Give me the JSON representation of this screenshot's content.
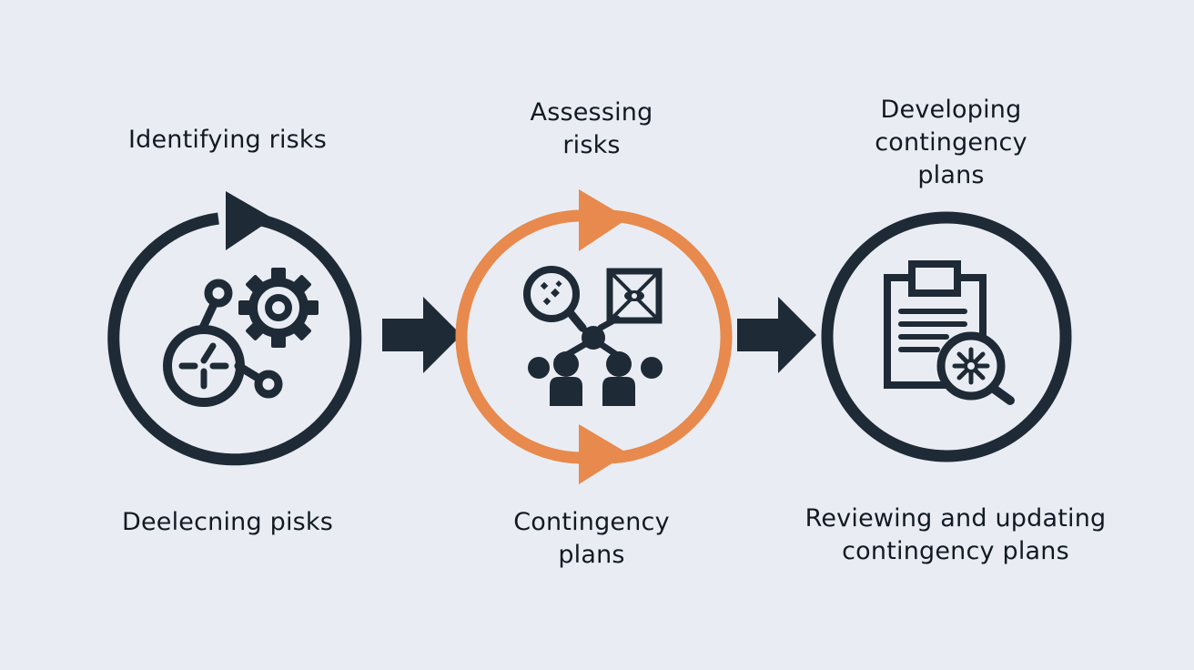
{
  "labels": {
    "top_left": "Identifying risks",
    "top_center": "Assessing\nrisks",
    "top_right": "Developing\ncontingency\nplans",
    "bottom_left": "Deelecning pisks",
    "bottom_center": "Contingency\nplans",
    "bottom_right": "Reviewing and updating\ncontingency plans"
  },
  "colors": {
    "dark": "#1f2a37",
    "accent": "#e8894d",
    "background": "#e9edf3"
  },
  "icons": {
    "step1": [
      "network-icon",
      "gear-icon",
      "compass-icon"
    ],
    "step2": [
      "magnifier-icon",
      "image-icon",
      "team-icon"
    ],
    "step3": [
      "clipboard-icon",
      "magnifier-icon"
    ]
  }
}
